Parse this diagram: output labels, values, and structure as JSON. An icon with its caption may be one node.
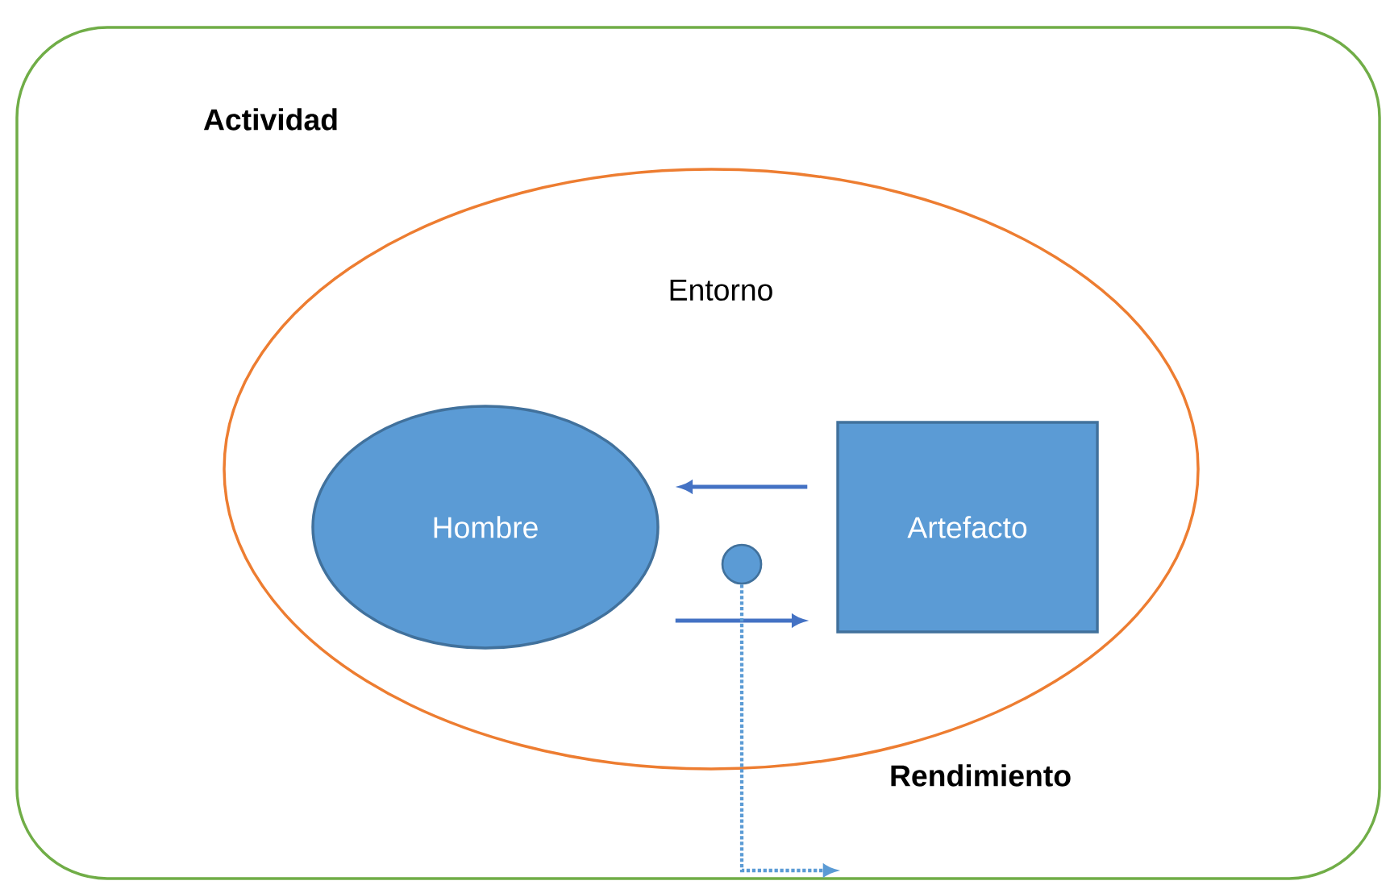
{
  "diagram": {
    "nodes": [
      {
        "text": [
          "Actividad"
        ]
      },
      {
        "text": [
          "Entorno"
        ],
        "in": 0
      },
      {
        "text": [
          "Hombre"
        ],
        "in": 1
      },
      {
        "text": [
          "Artefacto"
        ],
        "in": 1
      },
      {
        "text": [],
        "shape": "circle",
        "in": 1
      }
    ],
    "edges": [
      {
        "from": 3,
        "to": 2,
        "arrow": "to"
      },
      {
        "from": 2,
        "to": 3,
        "arrow": "to"
      },
      {
        "from": 4,
        "to": null,
        "arrow": "to",
        "style": "dashed",
        "color": "#5b9bd5"
      }
    ],
    "labels": [
      "Rendimiento"
    ]
  }
}
